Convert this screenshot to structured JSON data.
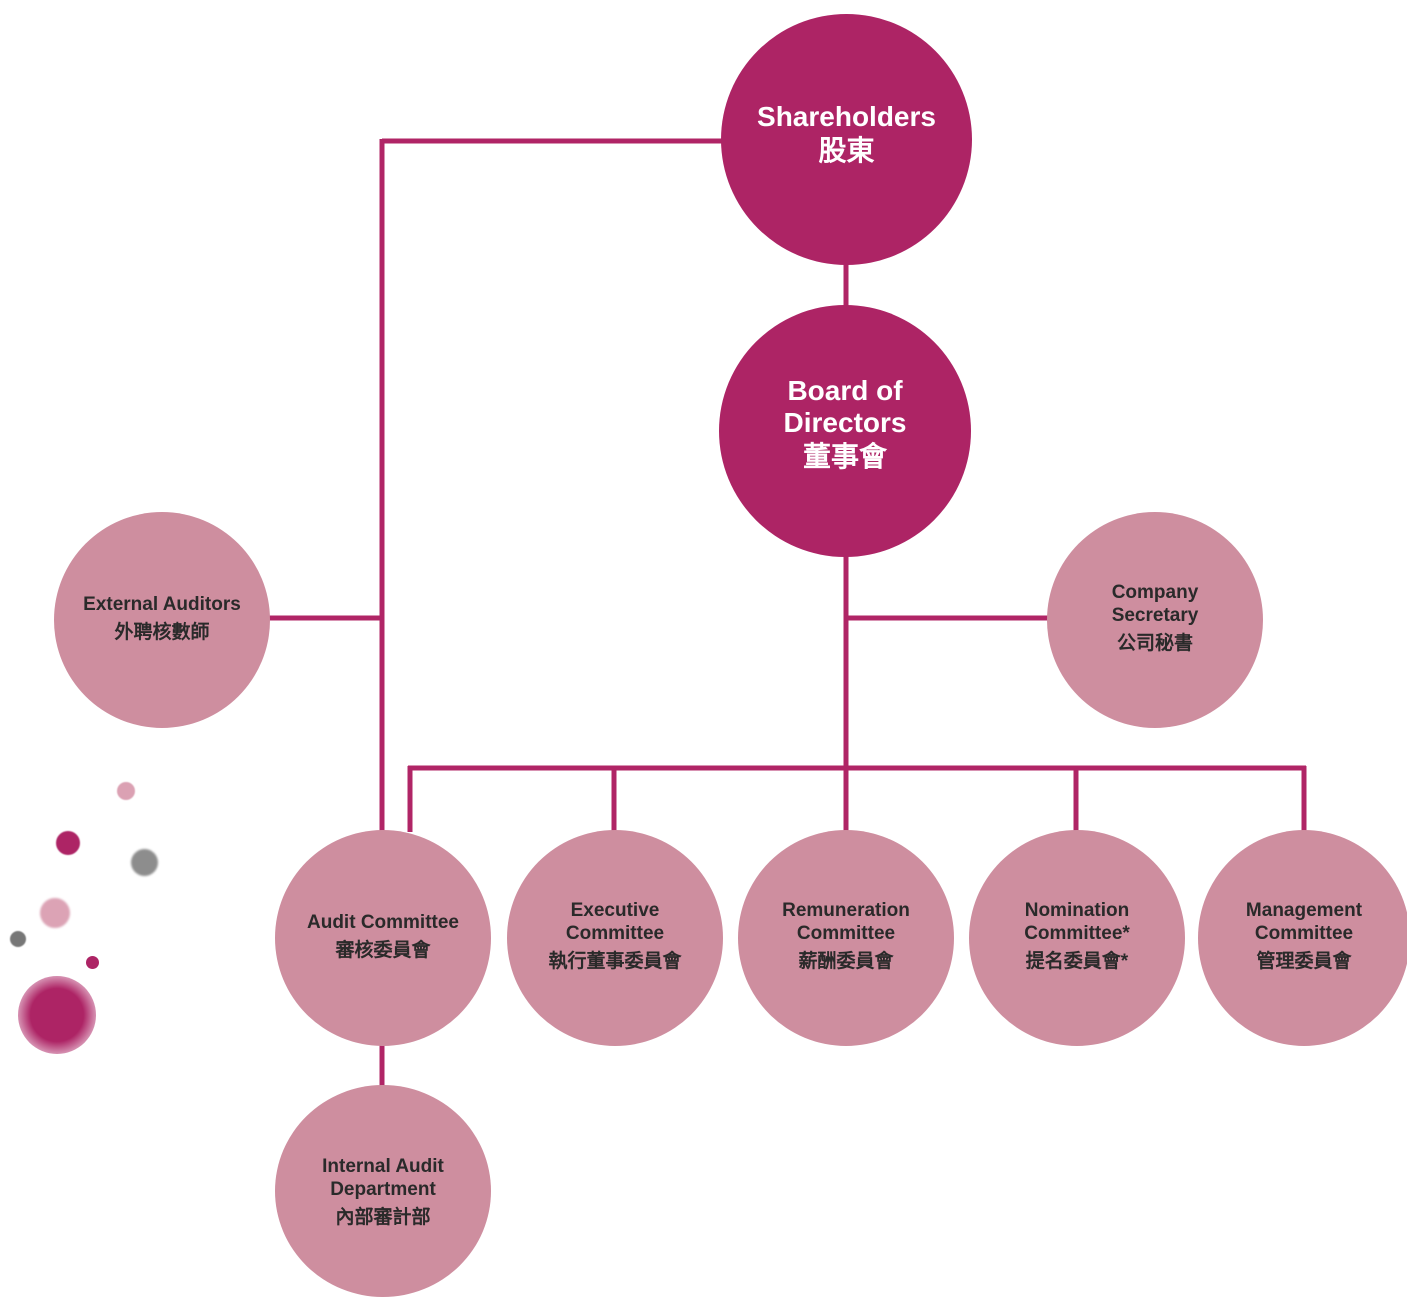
{
  "colors": {
    "primary_node": "#ad2465",
    "secondary_node": "#ce8e9f",
    "connector": "#b02566",
    "dark_dot": "#8a8a8a"
  },
  "nodes": {
    "shareholders": {
      "en": "Shareholders",
      "zh": "股東"
    },
    "board": {
      "en": "Board of\nDirectors",
      "zh": "董事會"
    },
    "external_auditors": {
      "en": "External Auditors",
      "zh": "外聘核數師"
    },
    "company_secretary": {
      "en": "Company\nSecretary",
      "zh": "公司秘書"
    },
    "audit_committee": {
      "en": "Audit Committee",
      "zh": "審核委員會"
    },
    "executive_committee": {
      "en": "Executive\nCommittee",
      "zh": "執行董事委員會"
    },
    "remuneration_committee": {
      "en": "Remuneration\nCommittee",
      "zh": "薪酬委員會"
    },
    "nomination_committee": {
      "en": "Nomination\nCommittee*",
      "zh": "提名委員會*"
    },
    "management_committee": {
      "en": "Management\nCommittee",
      "zh": "管理委員會"
    },
    "internal_audit": {
      "en": "Internal Audit\nDepartment",
      "zh": "內部審計部"
    }
  }
}
